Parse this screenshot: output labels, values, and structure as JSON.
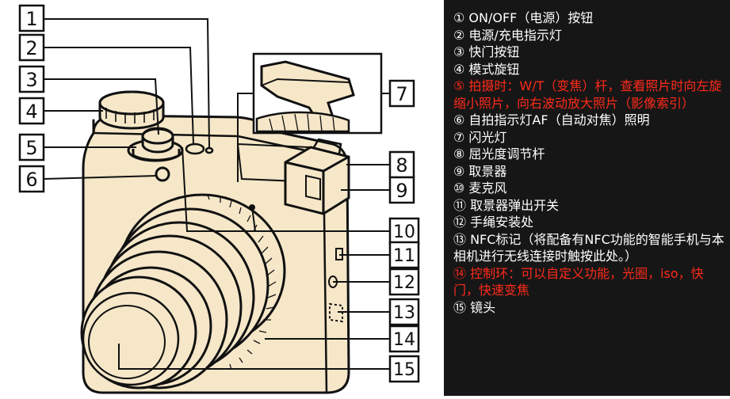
{
  "callout_numbers": [
    "1",
    "2",
    "3",
    "4",
    "5",
    "6",
    "7",
    "8",
    "9",
    "10",
    "11",
    "12",
    "13",
    "14",
    "15"
  ],
  "legend": [
    {
      "text": "① ON/OFF（电源）按钮",
      "highlight": false
    },
    {
      "text": "② 电源/充电指示灯",
      "highlight": false
    },
    {
      "text": "③ 快门按钮",
      "highlight": false
    },
    {
      "text": "④ 模式旋钮",
      "highlight": false
    },
    {
      "text": "⑤ 拍摄时：W/T（变焦）杆，查看照片时向左旋缩小照片，向右波动放大照片（影像索引）",
      "highlight": true
    },
    {
      "text": "⑥ 自拍指示灯AF（自动对焦）照明",
      "highlight": false
    },
    {
      "text": "⑦ 闪光灯",
      "highlight": false
    },
    {
      "text": "⑧ 屈光度调节杆",
      "highlight": false
    },
    {
      "text": "⑨ 取景器",
      "highlight": false
    },
    {
      "text": "⑩ 麦克风",
      "highlight": false
    },
    {
      "text": "⑪ 取景器弹出开关",
      "highlight": false
    },
    {
      "text": "⑫ 手绳安装处",
      "highlight": false
    },
    {
      "text": "⑬ NFC标记（将配备有NFC功能的智能手机与本相机进行无线连接时触按此处。）",
      "highlight": false
    },
    {
      "text": "⑭ 控制环：可以自定义功能，光圈，iso，快门，快速变焦",
      "highlight": true
    },
    {
      "text": "⑮ 镜头",
      "highlight": false
    }
  ],
  "colors": {
    "body_fill": "#f5e7c8",
    "outline": "#111111",
    "panel_bg": "#161616",
    "legend_text": "#ffffff",
    "highlight_text": "#ff2a1a"
  }
}
